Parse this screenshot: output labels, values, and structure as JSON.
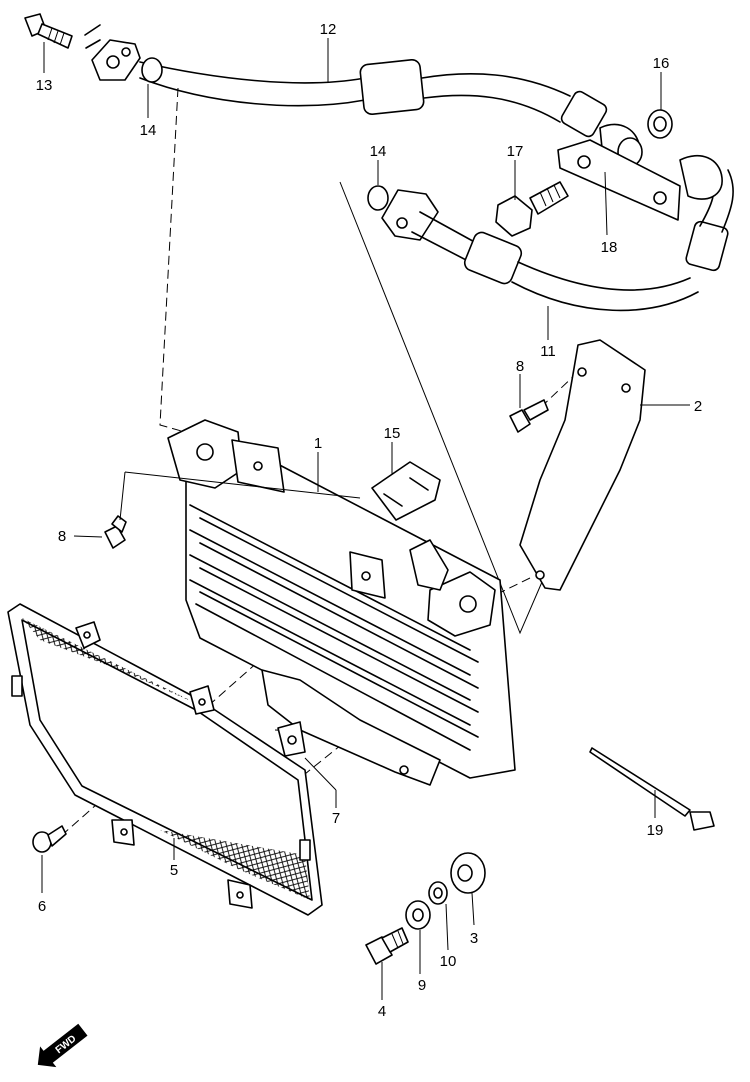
{
  "callouts": {
    "p1": "1",
    "p2": "2",
    "p3": "3",
    "p4": "4",
    "p5": "5",
    "p6": "6",
    "p7": "7",
    "p8a": "8",
    "p8b": "8",
    "p9": "9",
    "p10": "10",
    "p11": "11",
    "p12": "12",
    "p13": "13",
    "p14a": "14",
    "p14b": "14",
    "p15": "15",
    "p16": "16",
    "p17": "17",
    "p18": "18",
    "p19": "19"
  },
  "fwd_badge": "FWD",
  "colors": {
    "line": "#000000",
    "background": "#ffffff"
  }
}
